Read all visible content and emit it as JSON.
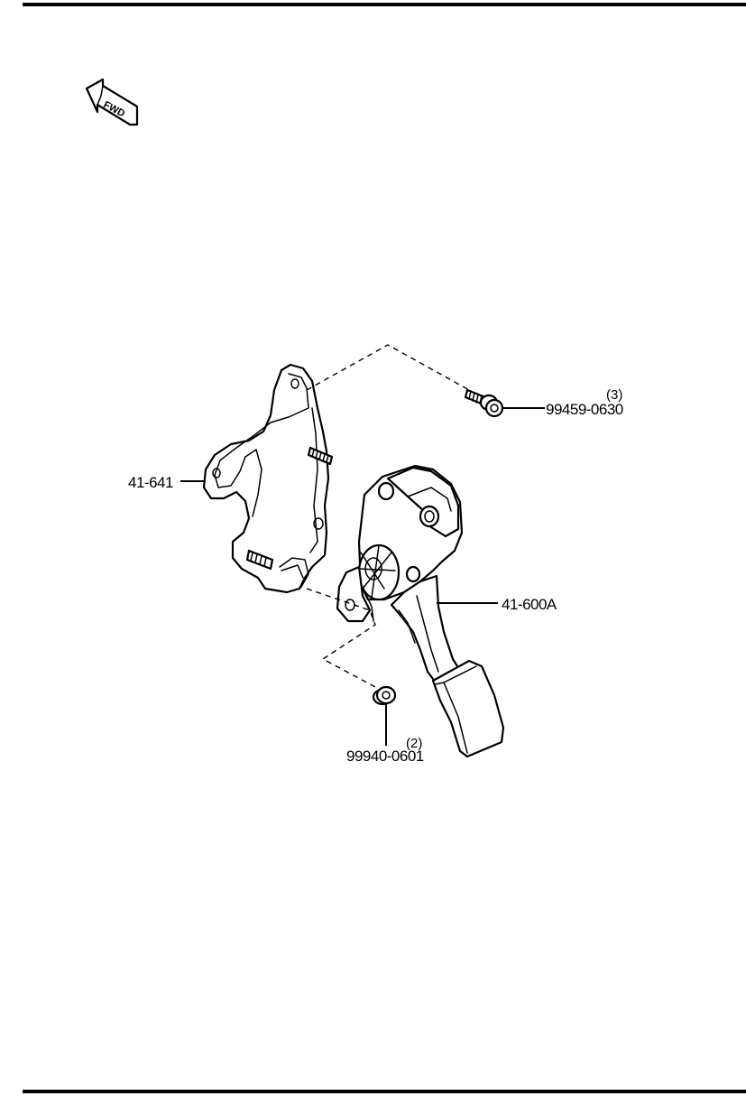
{
  "fwd_indicator": {
    "text": "FWD"
  },
  "parts": [
    {
      "id": "bracket",
      "part_number": "41-641",
      "quantity": ""
    },
    {
      "id": "pedal-assembly",
      "part_number": "41-600A",
      "quantity": ""
    },
    {
      "id": "bolt",
      "part_number": "99459-0630",
      "quantity": "(3)"
    },
    {
      "id": "nut",
      "part_number": "99940-0601",
      "quantity": "(2)"
    }
  ]
}
